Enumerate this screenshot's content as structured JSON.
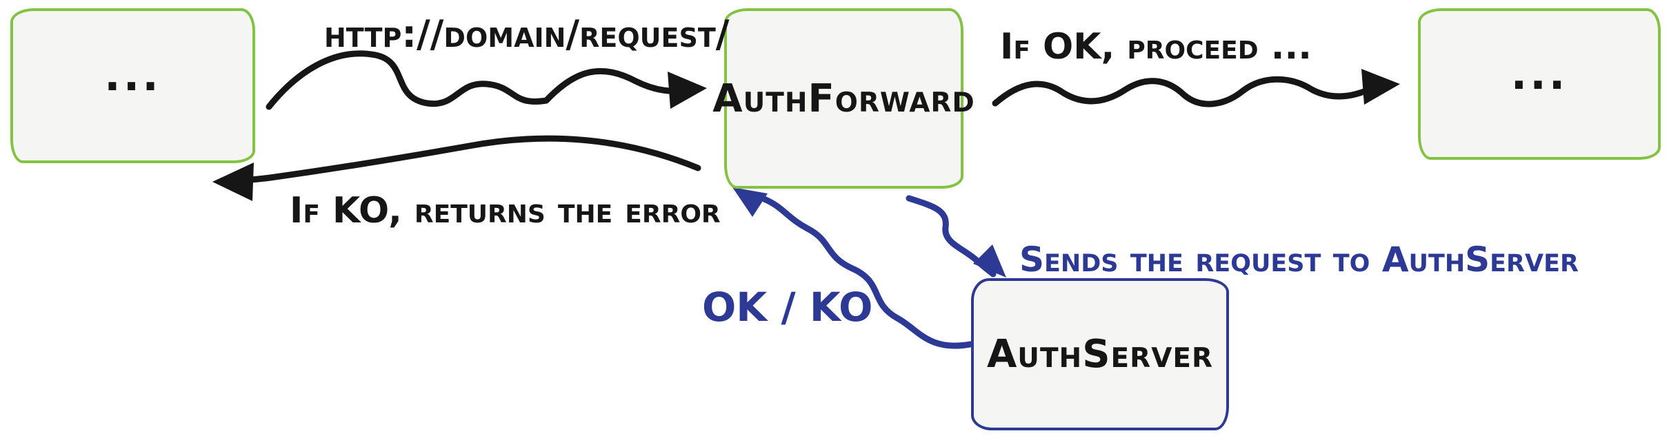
{
  "title": "Auth forwarding flow diagram",
  "colors": {
    "node_border_green": "#82c341",
    "node_border_blue": "#2c3a96",
    "edge_black": "#161616",
    "edge_blue": "#2c3a96",
    "node_fill": "#f5f5f4",
    "background": "#ffffff"
  },
  "nodes": {
    "client_left": {
      "label": "..."
    },
    "auth_forward": {
      "label": "AuthForward"
    },
    "client_right": {
      "label": "..."
    },
    "auth_server": {
      "label": "AuthServer"
    }
  },
  "edges": {
    "request": {
      "label": "http://domain/request/"
    },
    "ok_proceed": {
      "label": "If OK, proceed ..."
    },
    "ko_return": {
      "label": "If KO, returns the error"
    },
    "send_to_authserver": {
      "label": "Sends the request to AuthServer"
    },
    "ok_ko": {
      "label": "OK / KO"
    }
  }
}
